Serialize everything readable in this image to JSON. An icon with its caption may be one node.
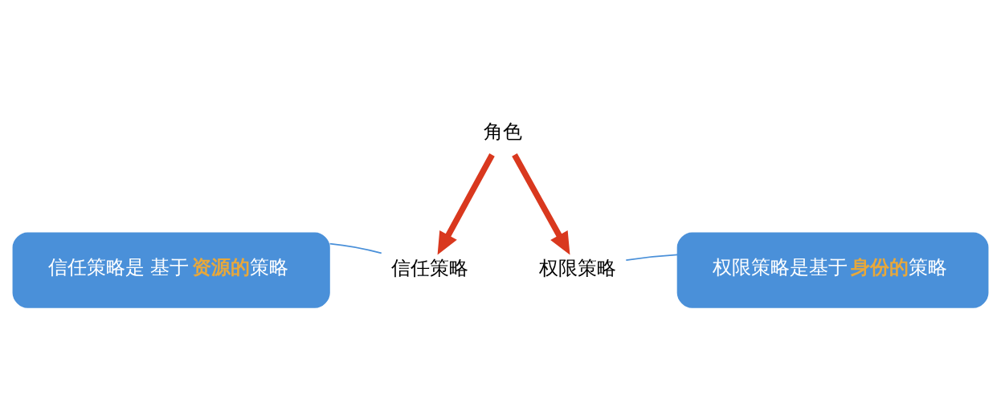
{
  "diagram": {
    "nodes": [
      {
        "text": [
          "角色"
        ]
      },
      {
        "text": [
          "信任策略"
        ]
      },
      {
        "text": [
          "权限策略"
        ]
      },
      {
        "text": [
          "信任策略是 基于 **资源的** 策略"
        ]
      },
      {
        "text": [
          "权限策略是基于 **身份的** 策略"
        ]
      }
    ],
    "edges": [
      {
        "from": 0,
        "to": 1,
        "arrow": "to",
        "style": "thick",
        "color": "#d9381e"
      },
      {
        "from": 0,
        "to": 2,
        "arrow": "to",
        "style": "thick",
        "color": "#d9381e"
      },
      {
        "from": 3,
        "to": 1,
        "arrow": "none",
        "color": "#4a90d9"
      },
      {
        "from": 4,
        "to": 2,
        "arrow": "none",
        "color": "#4a90d9"
      }
    ]
  }
}
